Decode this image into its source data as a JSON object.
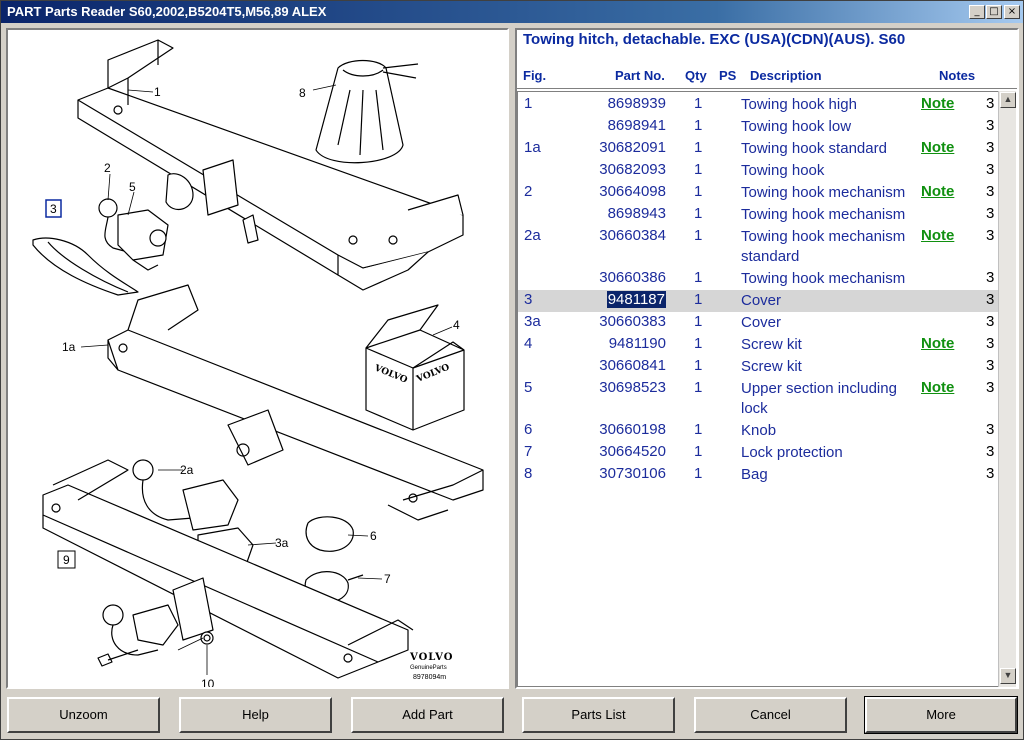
{
  "window": {
    "title": "PART Parts Reader S60,2002,B5204T5,M56,89 ALEX"
  },
  "titlebar_buttons": {
    "minimize": "_",
    "maximize": "□",
    "close": "×"
  },
  "diagram": {
    "callouts": [
      "1",
      "8",
      "2",
      "5",
      "3",
      "1a",
      "4",
      "2a",
      "3a",
      "6",
      "7",
      "9",
      "10"
    ],
    "brand": "VOLVO",
    "brand_sub": "GenuineParts",
    "figure_id": "8978094m",
    "box_print_a": "VOLVO",
    "box_print_b": "VOLVO"
  },
  "parts": {
    "title": "Towing hitch, detachable. EXC (USA)(CDN)(AUS). S60",
    "headers": {
      "fig": "Fig.",
      "part_no": "Part No.",
      "qty": "Qty",
      "ps": "PS",
      "description": "Description",
      "notes": "Notes"
    },
    "rows": [
      {
        "fig": "1",
        "part": "8698939",
        "qty": "1",
        "desc": "Towing hook high",
        "note": "Note",
        "val": "3"
      },
      {
        "fig": "",
        "part": "8698941",
        "qty": "1",
        "desc": "Towing hook low",
        "note": "",
        "val": "3"
      },
      {
        "fig": "1a",
        "part": "30682091",
        "qty": "1",
        "desc": "Towing hook standard",
        "note": "Note",
        "val": "3"
      },
      {
        "fig": "",
        "part": "30682093",
        "qty": "1",
        "desc": "Towing hook",
        "note": "",
        "val": "3"
      },
      {
        "fig": "2",
        "part": "30664098",
        "qty": "1",
        "desc": "Towing hook mechanism",
        "note": "Note",
        "val": "3"
      },
      {
        "fig": "",
        "part": "8698943",
        "qty": "1",
        "desc": "Towing hook mechanism",
        "note": "",
        "val": "3"
      },
      {
        "fig": "2a",
        "part": "30660384",
        "qty": "1",
        "desc": "Towing hook mechanism standard",
        "note": "Note",
        "val": "3"
      },
      {
        "fig": "",
        "part": "30660386",
        "qty": "1",
        "desc": "Towing hook mechanism",
        "note": "",
        "val": "3"
      },
      {
        "fig": "3",
        "part": "9481187",
        "qty": "1",
        "desc": "Cover",
        "note": "",
        "val": "3"
      },
      {
        "fig": "3a",
        "part": "30660383",
        "qty": "1",
        "desc": "Cover",
        "note": "",
        "val": "3"
      },
      {
        "fig": "4",
        "part": "9481190",
        "qty": "1",
        "desc": "Screw kit",
        "note": "Note",
        "val": "3"
      },
      {
        "fig": "",
        "part": "30660841",
        "qty": "1",
        "desc": "Screw kit",
        "note": "",
        "val": "3"
      },
      {
        "fig": "5",
        "part": "30698523",
        "qty": "1",
        "desc": "Upper section including lock",
        "note": "Note",
        "val": "3"
      },
      {
        "fig": "6",
        "part": "30660198",
        "qty": "1",
        "desc": "Knob",
        "note": "",
        "val": "3"
      },
      {
        "fig": "7",
        "part": "30664520",
        "qty": "1",
        "desc": "Lock protection",
        "note": "",
        "val": "3"
      },
      {
        "fig": "8",
        "part": "30730106",
        "qty": "1",
        "desc": "Bag",
        "note": "",
        "val": "3"
      }
    ],
    "scroll_up": "▲",
    "scroll_down": "▼"
  },
  "buttons": {
    "unzoom": "Unzoom",
    "help": "Help",
    "add_part": "Add Part",
    "parts_list": "Parts List",
    "cancel": "Cancel",
    "more": "More"
  }
}
